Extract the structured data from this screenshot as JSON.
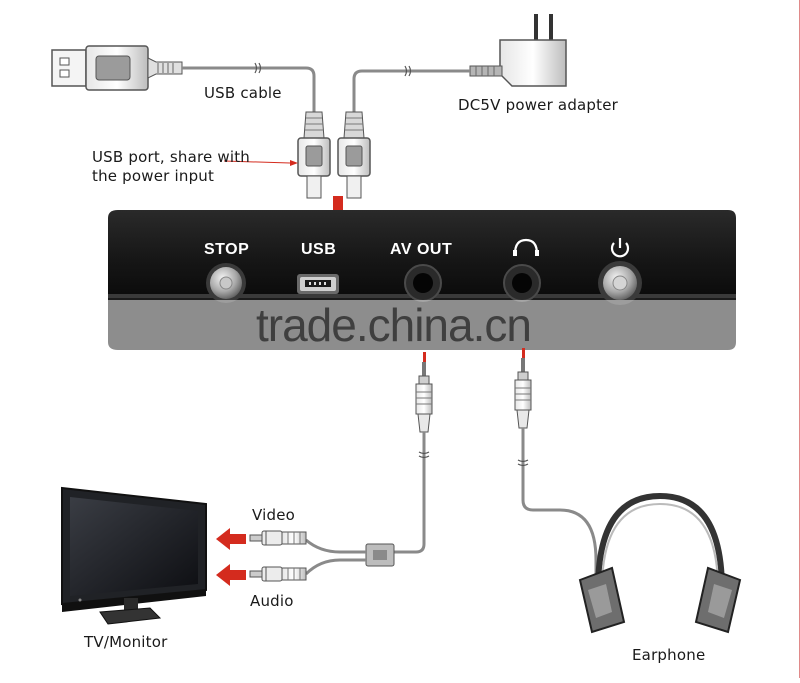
{
  "labels": {
    "usb_cable": "USB cable",
    "power_adapter": "DC5V power adapter",
    "usb_port_line1": "USB port, share with",
    "usb_port_line2": "the power input",
    "video": "Video",
    "audio": "Audio",
    "tv_monitor": "TV/Monitor",
    "earphone": "Earphone"
  },
  "panel": {
    "stop": "STOP",
    "usb": "USB",
    "av_out": "AV OUT"
  },
  "icons": {
    "headphone_jack": "headphone-symbol-icon",
    "power_button": "power-symbol-icon"
  },
  "watermark": "trade.china.cn",
  "colors": {
    "arrow": "#d42b1e",
    "device_body": "#1f1f1f",
    "cable": "#8a8a8a"
  }
}
